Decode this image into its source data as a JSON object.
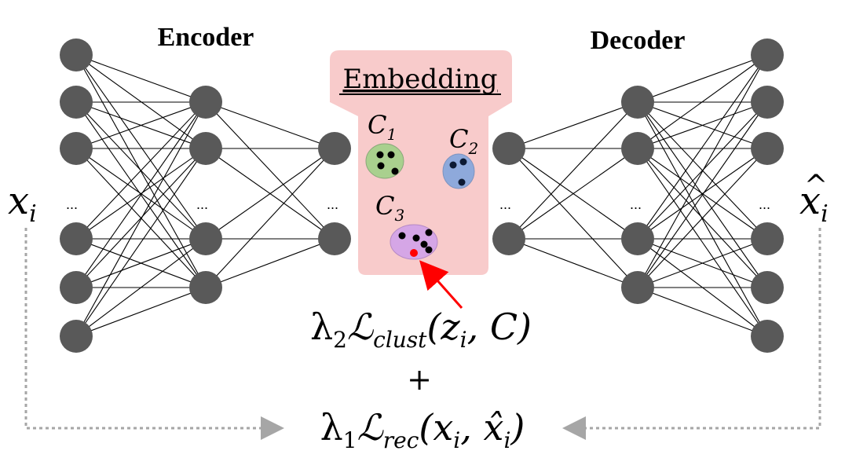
{
  "encoder": {
    "title": "Encoder"
  },
  "decoder": {
    "title": "Decoder"
  },
  "embedding": {
    "title": "Embedding",
    "clusters": [
      {
        "label": "C",
        "sub": "1",
        "color": "#a9d08e"
      },
      {
        "label": "C",
        "sub": "2",
        "color": "#8ea9db"
      },
      {
        "label": "C",
        "sub": "3",
        "color": "#d5a6e6"
      }
    ],
    "panel_color": "#f8cbcb",
    "highlight_color": "#ff0000"
  },
  "labels": {
    "input": {
      "base": "x",
      "sub": "i"
    },
    "output": {
      "base": "x",
      "hat": "^",
      "sub": "i"
    },
    "ellipsis": "..."
  },
  "loss": {
    "cluster": {
      "lambda": "λ",
      "lambda_sub": "2",
      "L": "ℒ",
      "L_sub": "clust",
      "args": "(z",
      "args_sub": "i",
      "args_end": ", C)"
    },
    "plus": "+",
    "recon": {
      "lambda": "λ",
      "lambda_sub": "1",
      "L": "ℒ",
      "L_sub": "rec",
      "args": "(x",
      "args_sub1": "i",
      "args_mid": ", x̂",
      "args_sub2": "i",
      "args_end": ")"
    }
  },
  "colors": {
    "node": "#595959",
    "arrow_gray": "#a6a6a6",
    "arrow_red": "#ff0000"
  }
}
